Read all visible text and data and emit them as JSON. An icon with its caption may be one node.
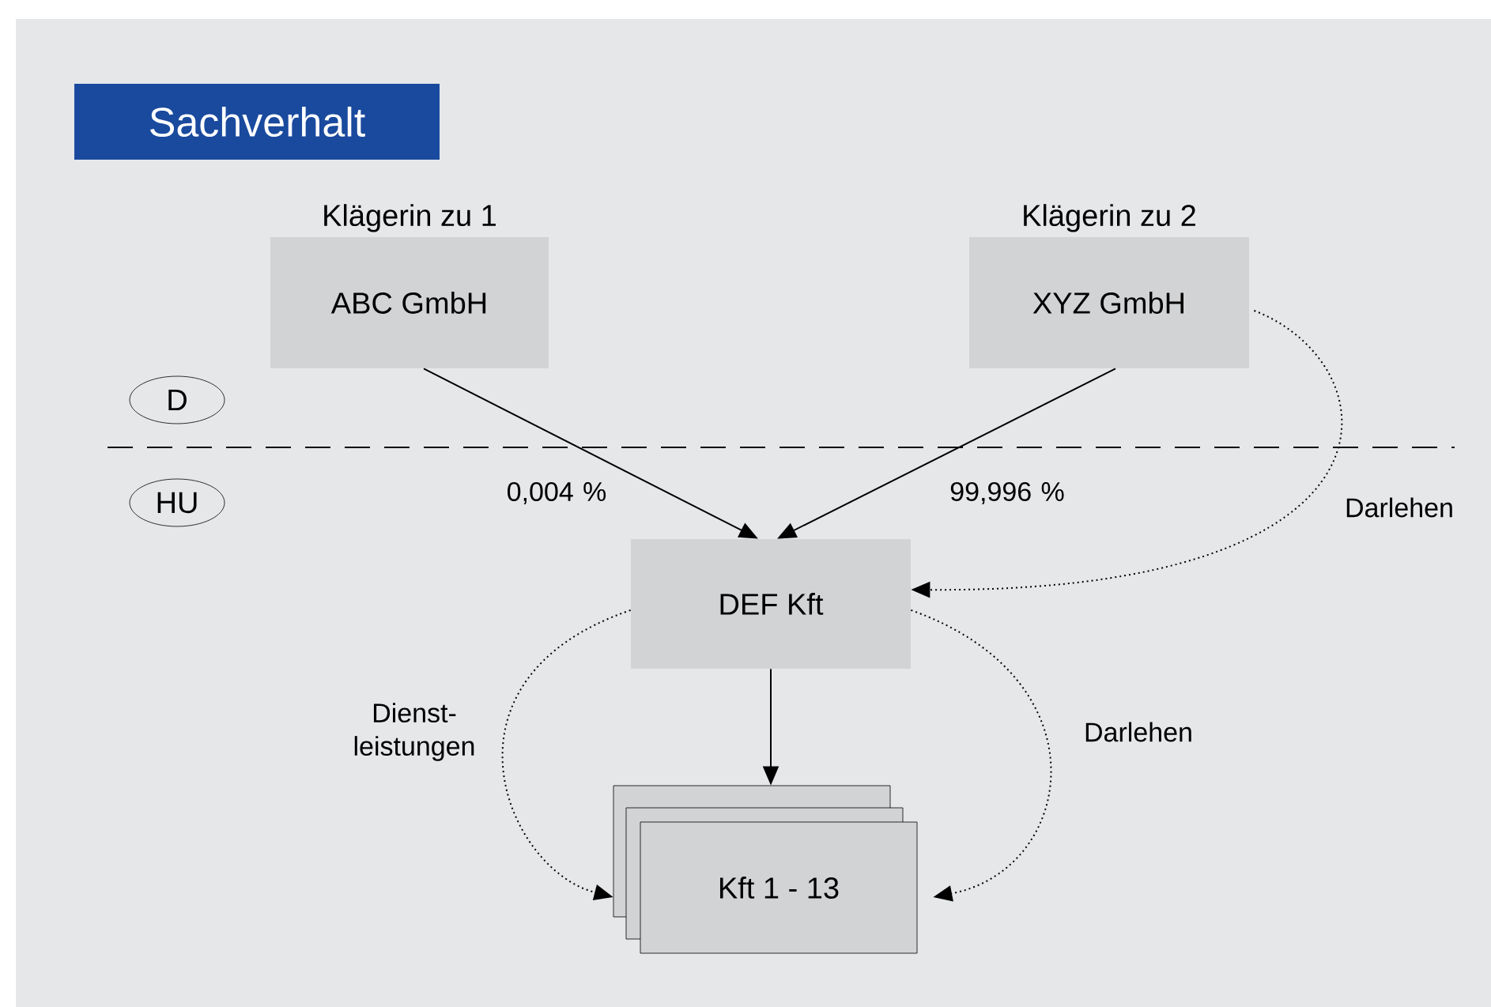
{
  "diagram": {
    "title": "Sachverhalt",
    "nodes": [
      {
        "text": [
          "Klägerin zu 1",
          "ABC GmbH"
        ]
      },
      {
        "text": [
          "Klägerin zu 2",
          "XYZ GmbH"
        ]
      },
      {
        "text": [
          "D"
        ]
      },
      {
        "text": [
          "HU"
        ]
      },
      {
        "text": [
          "DEF Kft"
        ]
      },
      {
        "text": [
          "Kft 1 - 13"
        ]
      }
    ],
    "edges": [
      {
        "from": 0,
        "to": 4,
        "arrow": "to",
        "label": "0,004 %"
      },
      {
        "from": 1,
        "to": 4,
        "arrow": "to",
        "label": "99,996 %"
      },
      {
        "from": 1,
        "to": 4,
        "arrow": "to",
        "label": "Darlehen",
        "style": "dashed"
      },
      {
        "from": 4,
        "to": 5,
        "arrow": "to"
      },
      {
        "from": 4,
        "to": 5,
        "arrow": "to",
        "label": "Dienst- leistungen",
        "style": "dashed"
      },
      {
        "from": 4,
        "to": 5,
        "arrow": "to",
        "label": "Darlehen",
        "style": "dashed"
      }
    ]
  }
}
